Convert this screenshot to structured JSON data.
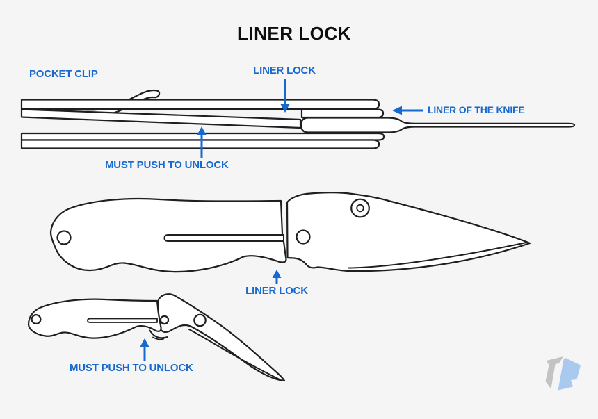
{
  "title": "LINER LOCK",
  "colors": {
    "background": "#f5f5f6",
    "label_blue": "#1569cf",
    "outline": "#1f1f22",
    "knife_fill": "#ffffff",
    "logo_gray": "#c2c3c5",
    "logo_blue": "#a9c9ef",
    "title_black": "#0d0d0d"
  },
  "labels": {
    "pocket_clip": "POCKET CLIP",
    "liner_lock_top": "LINER LOCK",
    "liner_of_the_knife": "LINER OF THE KNIFE",
    "must_push_to_unlock_top": "MUST PUSH TO UNLOCK",
    "liner_lock_middle": "LINER LOCK",
    "must_push_to_unlock_bottom": "MUST PUSH TO UNLOCK"
  }
}
